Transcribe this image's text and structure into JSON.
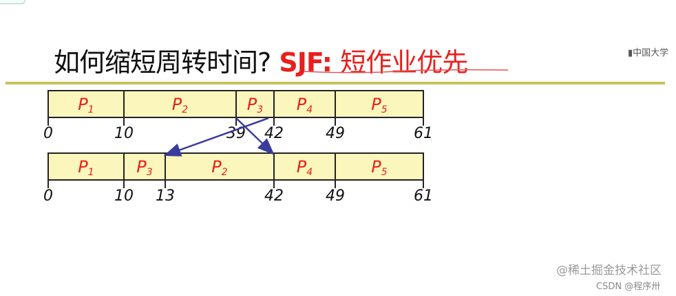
{
  "title": {
    "question": "如何缩短周转时间?",
    "answer_prefix": "SJF:",
    "answer": "短作业优先",
    "answer_color": "#e8201c"
  },
  "logo": "中国大学",
  "charts": [
    {
      "segments": [
        {
          "label": "P1",
          "start": 0,
          "end": 10
        },
        {
          "label": "P2",
          "start": 10,
          "end": 39
        },
        {
          "label": "P3",
          "start": 39,
          "end": 42
        },
        {
          "label": "P4",
          "start": 42,
          "end": 49
        },
        {
          "label": "P5",
          "start": 49,
          "end": 61
        }
      ],
      "ticks": [
        "0",
        "10",
        "39",
        "42",
        "49",
        "61"
      ]
    },
    {
      "segments": [
        {
          "label": "P1",
          "start": 0,
          "end": 10
        },
        {
          "label": "P3",
          "start": 10,
          "end": 13
        },
        {
          "label": "P2",
          "start": 13,
          "end": 42
        },
        {
          "label": "P4",
          "start": 42,
          "end": 49
        },
        {
          "label": "P5",
          "start": 49,
          "end": 61
        }
      ],
      "ticks": [
        "0",
        "10",
        "13",
        "42",
        "49",
        "61"
      ]
    }
  ],
  "colors": {
    "bar_fill": "#fbf6bc",
    "label": "#e8201c",
    "arrow": "#3b3b9b",
    "rule": "#c8c25a"
  },
  "watermarks": [
    "@稀土掘金技术社区",
    "CSDN @程序卅"
  ]
}
